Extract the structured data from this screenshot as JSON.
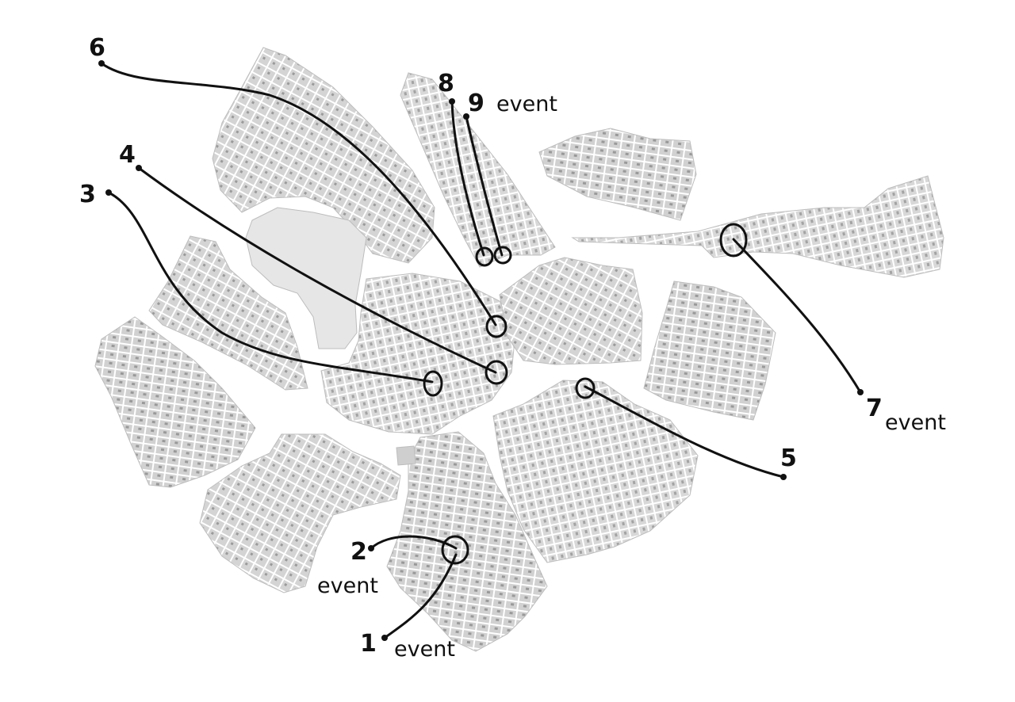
{
  "map": {
    "ink_color": "#111111",
    "fragment_fill": "#e2e2e2",
    "fragment_edge": "#bdbdbd",
    "street_color": "#ffffff",
    "markers": [
      {
        "number": "1",
        "event": "event"
      },
      {
        "number": "2",
        "event": "event"
      },
      {
        "number": "3",
        "event": ""
      },
      {
        "number": "4",
        "event": ""
      },
      {
        "number": "5",
        "event": ""
      },
      {
        "number": "6",
        "event": ""
      },
      {
        "number": "7",
        "event": "event"
      },
      {
        "number": "8",
        "event": ""
      },
      {
        "number": "9",
        "event": "event"
      }
    ]
  }
}
